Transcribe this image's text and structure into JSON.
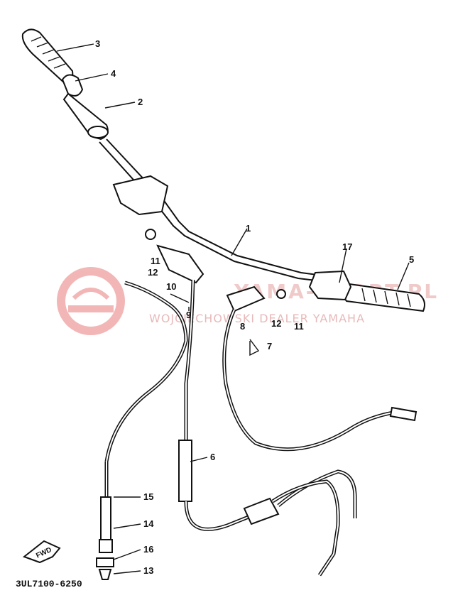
{
  "diagram": {
    "callouts": [
      "1",
      "2",
      "3",
      "4",
      "5",
      "6",
      "7",
      "8",
      "9",
      "10",
      "11",
      "11",
      "12",
      "12",
      "13",
      "14",
      "15",
      "16",
      "17"
    ],
    "fwd_label": "FWD",
    "part_code": "3UL7100-6250"
  },
  "watermark": {
    "brand": "YAMA-SPORT.PL",
    "line": "WOJCIECHOWSKI DEALER YAMAHA",
    "color": "#e06060"
  }
}
